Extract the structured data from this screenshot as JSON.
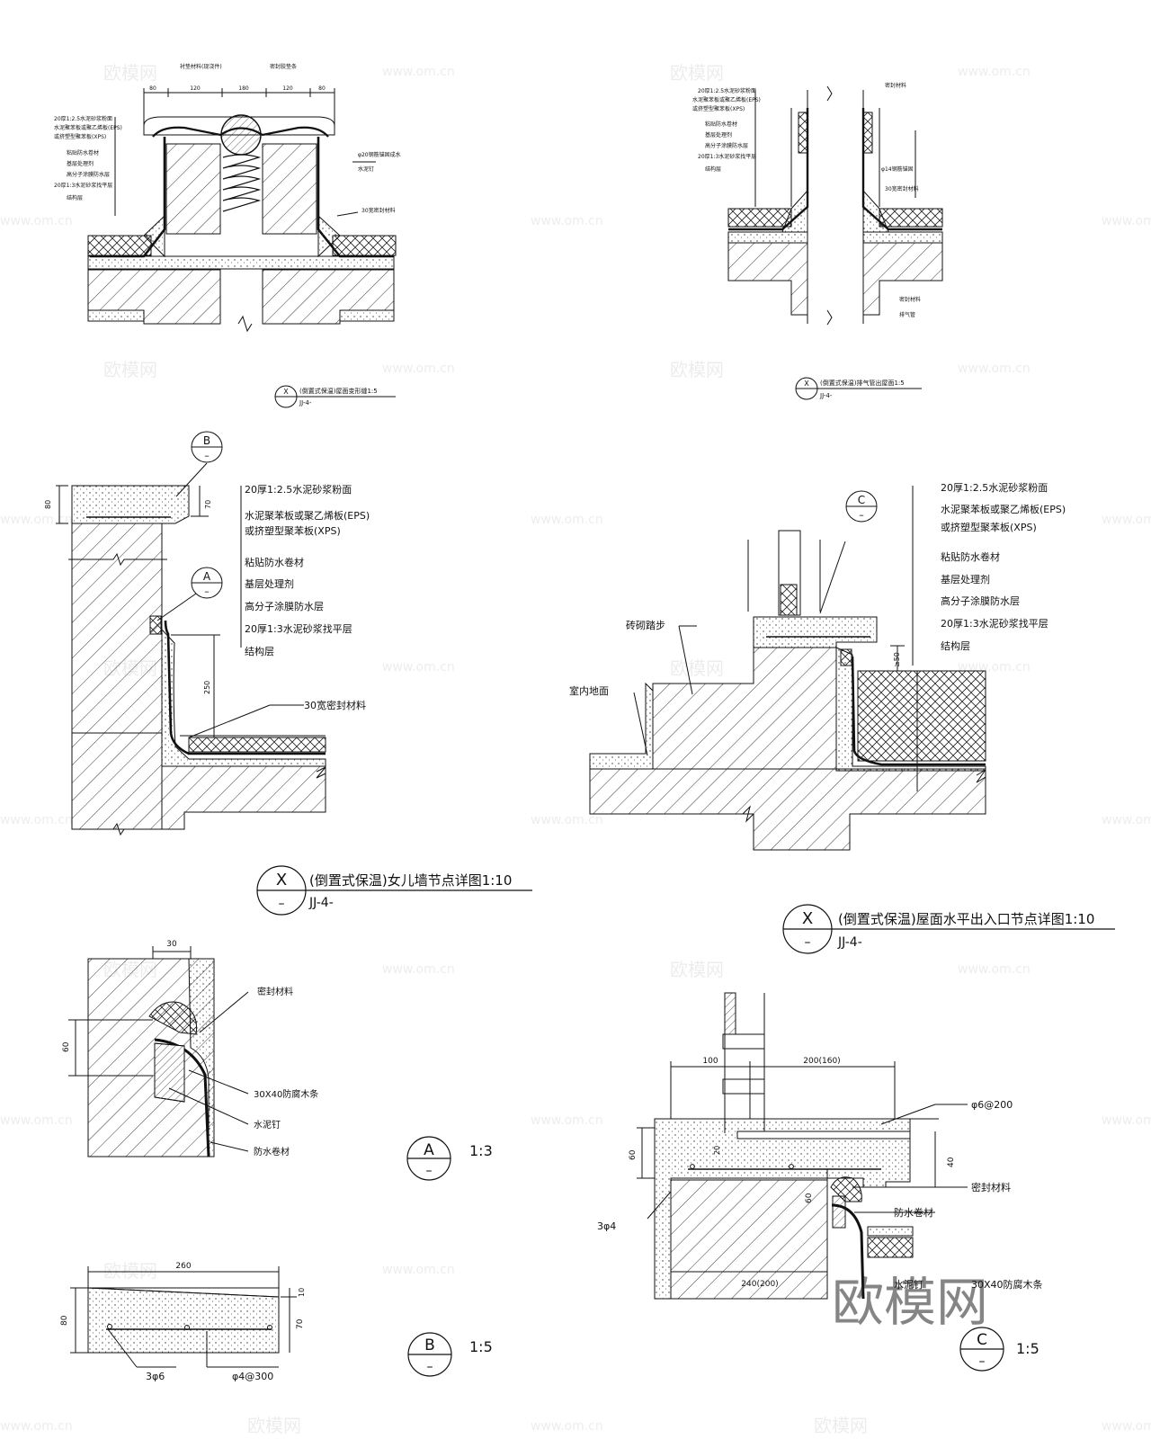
{
  "watermark": {
    "site": "www.om.cn",
    "brand": "欧模网"
  },
  "detail_tl": {
    "dims": [
      "80",
      "120",
      "180",
      "120",
      "80"
    ],
    "top_labels": [
      "衬垫材料(现浇件)",
      "密封胶垫条"
    ],
    "left_labels": [
      "20厚1:2.5水泥砂浆粉面",
      "水泥聚苯板或聚乙烯板(EPS)",
      "或挤塑型聚苯板(XPS)",
      "粘贴防水卷材",
      "基层处理剂",
      "高分子涂膜防水层",
      "20厚1:3水泥砂浆找平层",
      "结构层"
    ],
    "right_labels": [
      "φ20钢筋锚固成水",
      "水泥钉",
      "30宽密封材料"
    ],
    "title": "(倒置式保温)屋面变形缝1:5",
    "sheet": "JJ-4-",
    "mark": "X"
  },
  "detail_tr": {
    "left_labels": [
      "20厚1:2.5水泥砂浆粉面",
      "水泥聚苯板或聚乙烯板(EPS)",
      "或挤塑型聚苯板(XPS)",
      "粘贴防水卷材",
      "基层处理剂",
      "高分子涂膜防水层",
      "20厚1:3水泥砂浆找平层",
      "结构层"
    ],
    "right_labels": [
      "密封材料",
      "φ14钢筋锚固",
      "30宽密封材料",
      "密封材料",
      "排气管"
    ],
    "title": "(倒置式保温)排气管出屋面1:5",
    "sheet": "JJ-4-",
    "mark": "X"
  },
  "detail_ml": {
    "callout_b": "B",
    "callout_a": "A",
    "dims": [
      "80",
      "70",
      "250"
    ],
    "labels": [
      "20厚1:2.5水泥砂浆粉面",
      "水泥聚苯板或聚乙烯板(EPS)",
      "或挤塑型聚苯板(XPS)",
      "粘贴防水卷材",
      "基层处理剂",
      "高分子涂膜防水层",
      "20厚1:3水泥砂浆找平层",
      "结构层"
    ],
    "seal_label": "30宽密封材料",
    "title": "(倒置式保温)女儿墙节点详图1:10",
    "sheet": "JJ-4-",
    "mark": "X"
  },
  "detail_mr": {
    "callout_c": "C",
    "labels": [
      "20厚1:2.5水泥砂浆粉面",
      "水泥聚苯板或聚乙烯板(EPS)",
      "或挤塑型聚苯板(XPS)",
      "粘贴防水卷材",
      "基层处理剂",
      "高分子涂膜防水层",
      "20厚1:3水泥砂浆找平层",
      "结构层"
    ],
    "step_label": "砖砌踏步",
    "floor_label": "室内地面",
    "dim": "≥50",
    "title": "(倒置式保温)屋面水平出入口节点详图1:10",
    "sheet": "JJ-4-",
    "mark": "X"
  },
  "detail_a": {
    "dims": [
      "30",
      "60"
    ],
    "labels": [
      "密封材料",
      "30X40防腐木条",
      "水泥钉",
      "防水卷材"
    ],
    "mark": "A",
    "scale": "1:3"
  },
  "detail_b": {
    "dims": [
      "260",
      "80",
      "10",
      "70"
    ],
    "labels": [
      "3φ6",
      "φ4@300"
    ],
    "mark": "B",
    "scale": "1:5"
  },
  "detail_c": {
    "dims": [
      "100",
      "200(160)",
      "60",
      "20",
      "40",
      "60",
      "240(200)"
    ],
    "labels": [
      "φ6@200",
      "密封材料",
      "防水卷材",
      "3φ4",
      "水泥钉",
      "30X40防腐木条"
    ],
    "mark": "C",
    "scale": "1:5"
  }
}
